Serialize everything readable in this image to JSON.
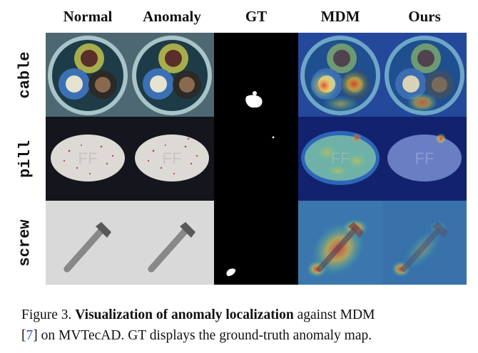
{
  "columns": [
    "Normal",
    "Anomaly",
    "GT",
    "MDM",
    "Ours"
  ],
  "rows": [
    "cable",
    "pill",
    "screw"
  ],
  "caption": {
    "label": "Figure 3.",
    "bold": "Visualization of anomaly localization",
    "text1": " against MDM",
    "ref_open": "[",
    "ref": "7",
    "ref_close": "]",
    "text2": " on MVTecAD. GT displays the ground-truth anomaly map."
  },
  "colors": {
    "ref_link": "#2a52be",
    "gt_background": "#000000",
    "gt_mask": "#ffffff"
  }
}
